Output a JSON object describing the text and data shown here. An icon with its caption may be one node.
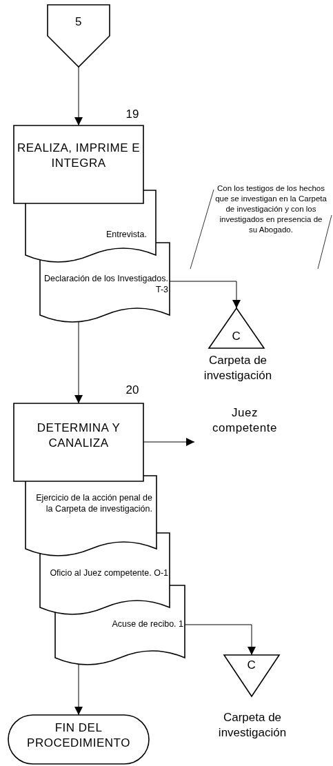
{
  "diagram": {
    "nodes": [
      {
        "text": [
          "5"
        ]
      },
      {
        "text": [
          "REALIZA, IMPRIME E INTEGRA"
        ],
        "beside": [
          "19"
        ]
      },
      {
        "text": [
          "Entrevista."
        ]
      },
      {
        "text": [
          "Declaración de los Investigados. T-3"
        ]
      },
      {
        "text": [
          "C"
        ],
        "beside": [
          "Carpeta de investigación"
        ]
      },
      {
        "text": [
          "DETERMINA Y CANALIZA"
        ],
        "beside": [
          "20"
        ]
      },
      {
        "text": [
          "Juez competente"
        ]
      },
      {
        "text": [
          "Ejercicio de la acción penal de la Carpeta de investigación."
        ]
      },
      {
        "text": [
          "Oficio al Juez competente. O-1"
        ]
      },
      {
        "text": [
          "Acuse de recibo. 1"
        ]
      },
      {
        "text": [
          "C"
        ],
        "beside": [
          "Carpeta de investigación"
        ]
      },
      {
        "text": [
          "FIN DEL PROCEDIMIENTO"
        ]
      }
    ],
    "edges": [
      {
        "from": 0,
        "to": 1,
        "arrow": "to"
      },
      {
        "from": 3,
        "to": 5,
        "arrow": "to"
      },
      {
        "from": 3,
        "to": 4,
        "arrow": "to"
      },
      {
        "from": 5,
        "to": 6,
        "arrow": "to"
      },
      {
        "from": 9,
        "to": 10,
        "arrow": "to"
      },
      {
        "from": 9,
        "to": 11,
        "arrow": "to"
      }
    ],
    "labels": [
      "Con los testigos de los hechos que se investigan en la Carpeta de investigación y con los investigados en presencia de su Abogado."
    ]
  }
}
